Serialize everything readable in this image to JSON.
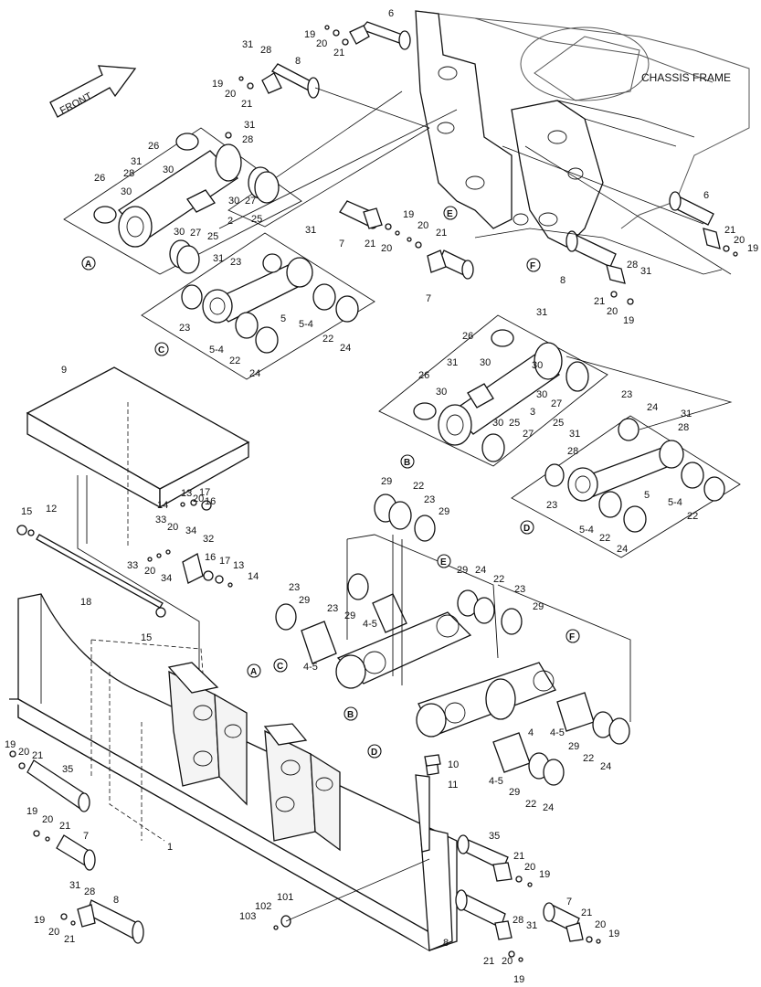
{
  "diagram": {
    "chassis_label": "CHASSIS FRAME",
    "front_label": "FRONT",
    "callouts": [
      "A",
      "B",
      "C",
      "D",
      "E",
      "F"
    ],
    "part_numbers": [
      "1",
      "2",
      "3",
      "4",
      "4-5",
      "5",
      "5-4",
      "6",
      "7",
      "8",
      "9",
      "10",
      "11",
      "12",
      "13",
      "14",
      "15",
      "16",
      "17",
      "18",
      "19",
      "20",
      "21",
      "22",
      "23",
      "24",
      "25",
      "26",
      "27",
      "28",
      "29",
      "30",
      "31",
      "32",
      "33",
      "34",
      "35",
      "101",
      "102",
      "103"
    ]
  }
}
